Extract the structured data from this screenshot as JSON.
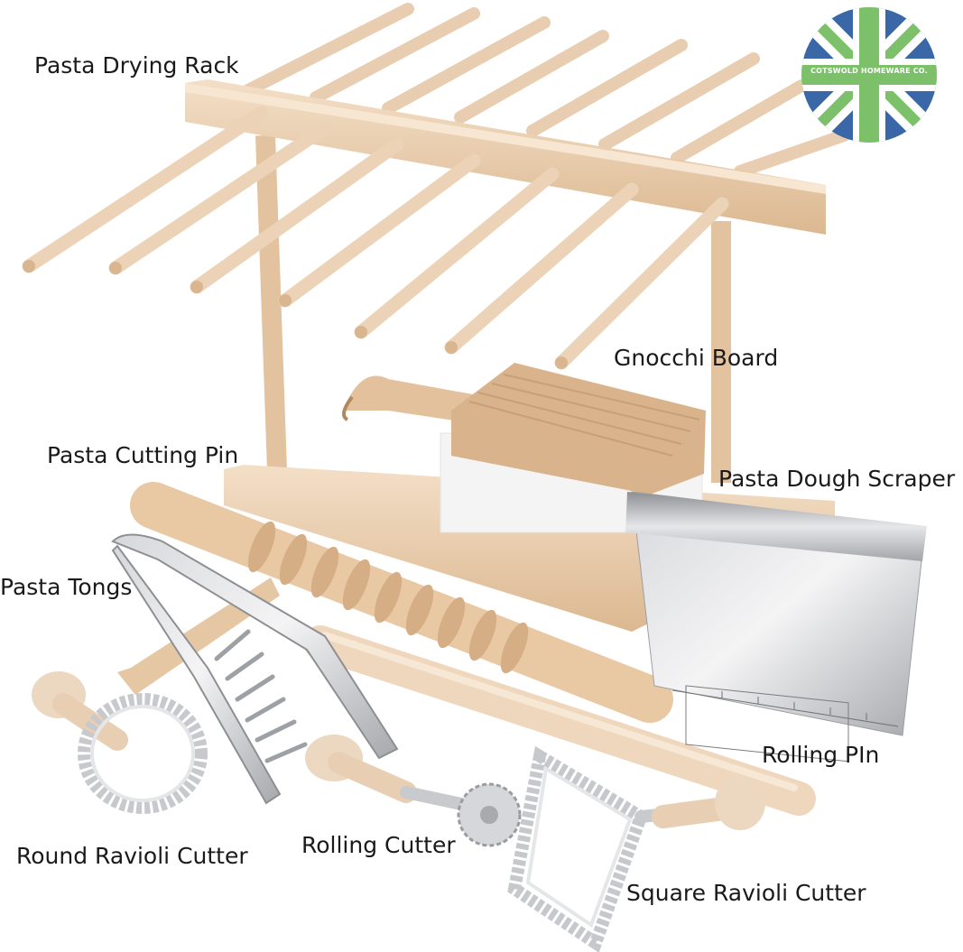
{
  "logo": {
    "text": "COTSWOLD HOMEWARE CO.",
    "colors": {
      "blue": "#3a67a8",
      "green": "#7cc06a",
      "white": "#ffffff"
    }
  },
  "labels": {
    "drying_rack": "Pasta Drying Rack",
    "gnocchi_board": "Gnocchi Board",
    "cutting_pin": "Pasta Cutting Pin",
    "dough_scraper": "Pasta Dough Scraper",
    "tongs": "Pasta Tongs",
    "rolling_pin": "Rolling PIn",
    "round_ravioli": "Round Ravioli Cutter",
    "rolling_cutter": "Rolling Cutter",
    "square_ravioli": "Square Ravioli Cutter"
  },
  "colors": {
    "wood_light": "#f0d9bf",
    "wood_mid": "#e3c3a0",
    "wood_dark": "#c99f78",
    "steel_light": "#e8e8ea",
    "steel_dark": "#9a9ca0"
  }
}
